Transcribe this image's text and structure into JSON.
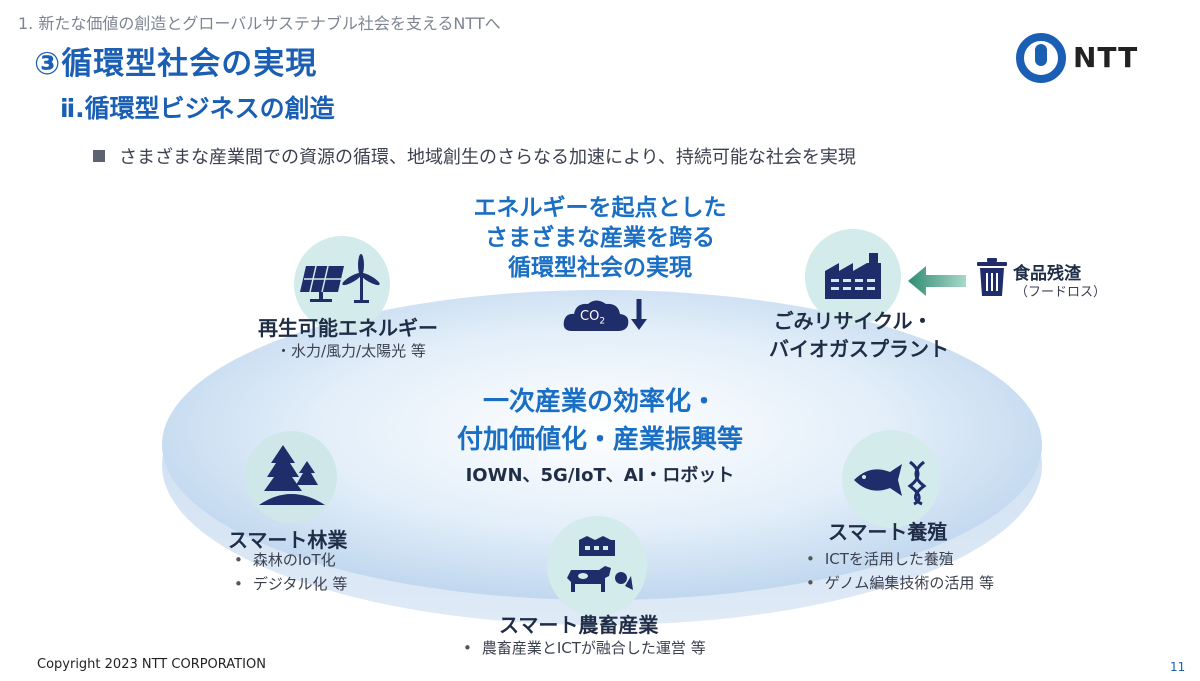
{
  "header": {
    "section": "1. 新たな価値の創造とグローバルサステナブル社会を支えるNTTへ",
    "title": "③循環型社会の実現",
    "subtitle": "ⅱ.循環型ビジネスの創造",
    "bullet": "さまざまな産業間での資源の循環、地域創生のさらなる加速により、持続可能な社会を実現"
  },
  "logo": {
    "text": "NTT",
    "color": "#1a5fb4"
  },
  "center": {
    "top_lines": [
      "エネルギーを起点とした",
      "さまざまな産業を跨る",
      "循環型社会の実現"
    ],
    "co2": {
      "base": "CO",
      "sub": "2"
    },
    "main_lines": [
      "一次産業の効率化・",
      "付加価値化・産業振興等"
    ],
    "tech": "IOWN、5G/IoT、AI・ロボット"
  },
  "nodes": {
    "renewable": {
      "label": "再生可能エネルギー",
      "sub": "・水力/風力/太陽光 等"
    },
    "recycle": {
      "label_lines": [
        "ごみリサイクル・",
        "バイオガスプラント"
      ]
    },
    "food": {
      "label": "食品残渣",
      "sub": "（フードロス）"
    },
    "forestry": {
      "label": "スマート林業",
      "items": [
        "森林のIoT化",
        "デジタル化 等"
      ]
    },
    "aquaculture": {
      "label": "スマート養殖",
      "items": [
        "ICTを活用した養殖",
        "ゲノム編集技術の活用 等"
      ]
    },
    "livestock": {
      "label": "スマート農畜産業",
      "items": [
        "農畜産業とICTが融合した運営 等"
      ]
    }
  },
  "footer": {
    "copyright": "Copyright 2023 NTT CORPORATION",
    "page": "11"
  },
  "colors": {
    "accent": "#1a5fb4",
    "icon": "#1f2d6b",
    "circle": "#d3ebeb",
    "arrow": "#3a9e86"
  }
}
